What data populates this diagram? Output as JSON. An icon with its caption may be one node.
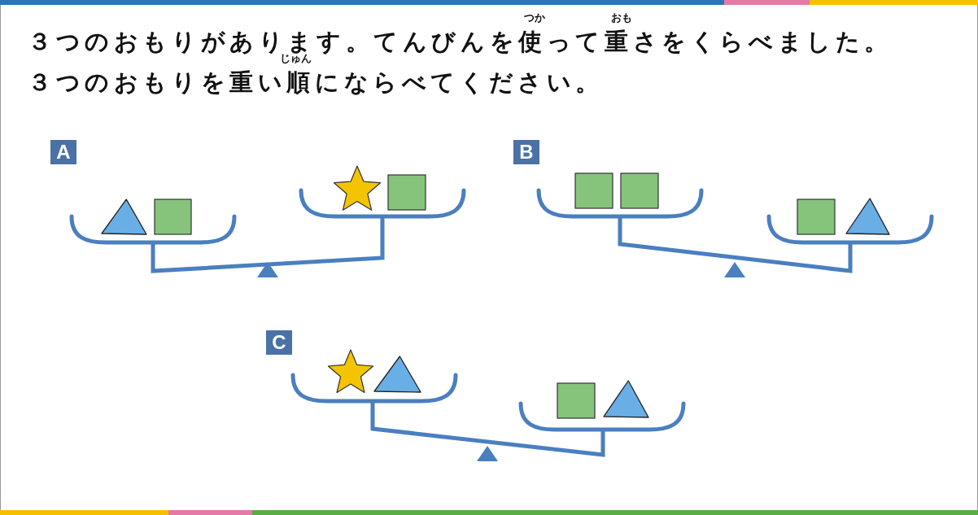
{
  "diagram": {
    "title": "３つのおもりがあります。てんびんを使って重さをくらべました。３つのおもりを重い順にならべてください。",
    "nodes": [
      {
        "text": [
          "A"
        ]
      },
      {
        "text": [
          "B"
        ]
      },
      {
        "text": [
          "C"
        ]
      }
    ],
    "labels": [
      "つか",
      "おも",
      "じゅん"
    ]
  }
}
